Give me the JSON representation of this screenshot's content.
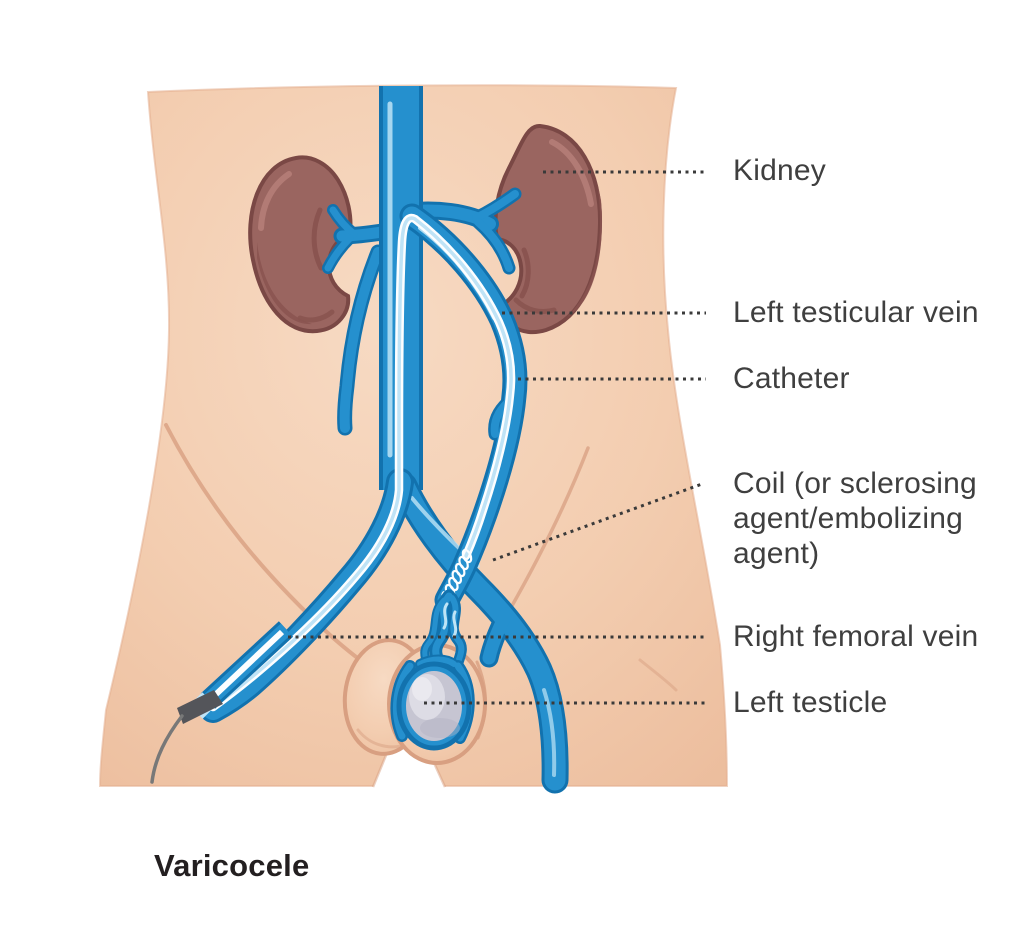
{
  "title": "Varicocele",
  "labels": {
    "kidney": "Kidney",
    "left_testicular_vein": "Left testicular vein",
    "catheter": "Catheter",
    "coil": "Coil (or sclerosing agent/embolizing agent)",
    "right_femoral_vein": "Right femoral vein",
    "left_testicle": "Left testicle"
  },
  "colors": {
    "background": "#FFFFFF",
    "skin-light": "#F7DAC3",
    "skin": "#F3CDB0",
    "skin-shade": "#ECBD9D",
    "skin-outline": "#D89F81",
    "kidney-fill": "#9A6560",
    "kidney-dark": "#8A5450",
    "kidney-outline": "#7A4845",
    "kidney-highlight": "#B27B75",
    "vein-fill": "#2590CE",
    "vein-dark": "#1272AE",
    "vein-highlight": "#BEE4F6",
    "catheter-white": "#FDFEFF",
    "catheter-core": "#BFE3F6",
    "testicle-fill": "#C6C5D2",
    "testicle-highlight": "#DDDCE5",
    "testicle-gloss": "#EAE9EF",
    "testicle-shade": "#B2B1C3",
    "hub-gray": "#54555A",
    "wire-gray": "#787878",
    "leader-line": "#3A3A3A",
    "label-text": "#3F3F3F",
    "title-text": "#231F20"
  }
}
